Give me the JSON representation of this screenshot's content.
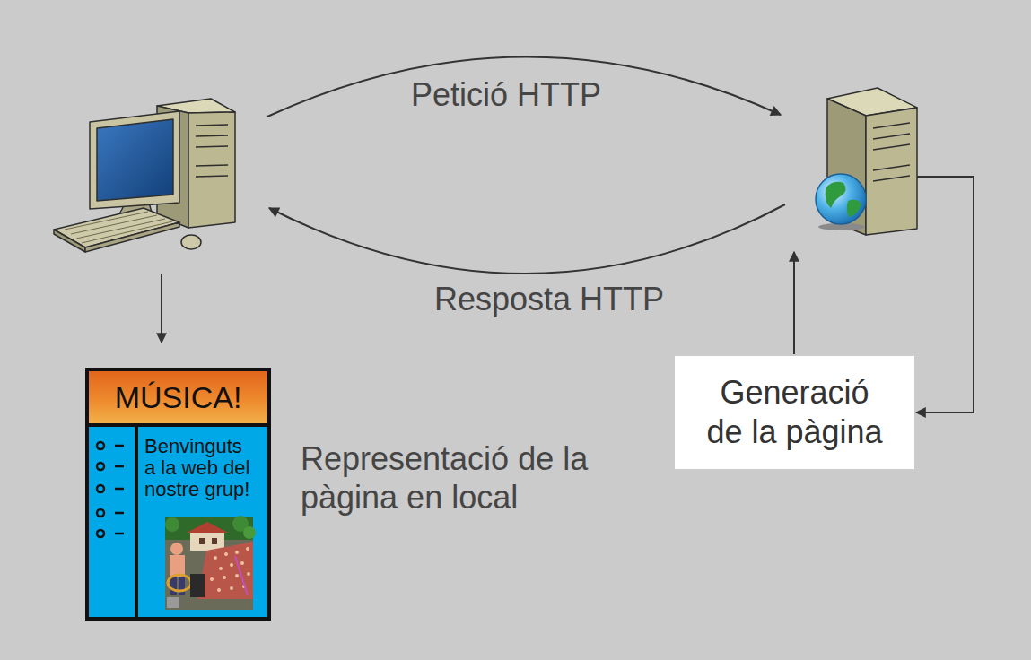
{
  "diagram": {
    "nodes": [
      {
        "text": [
          "Benvinguts a la web del nostre grup!"
        ]
      },
      {
        "text": [
          "MÚSICA!"
        ],
        "in": 0
      },
      {
        "text": [
          "Generació de la pàgina"
        ]
      }
    ],
    "labels": [
      "Petició HTTP",
      "Resposta HTTP",
      "Representació de la pàgina en local"
    ]
  }
}
